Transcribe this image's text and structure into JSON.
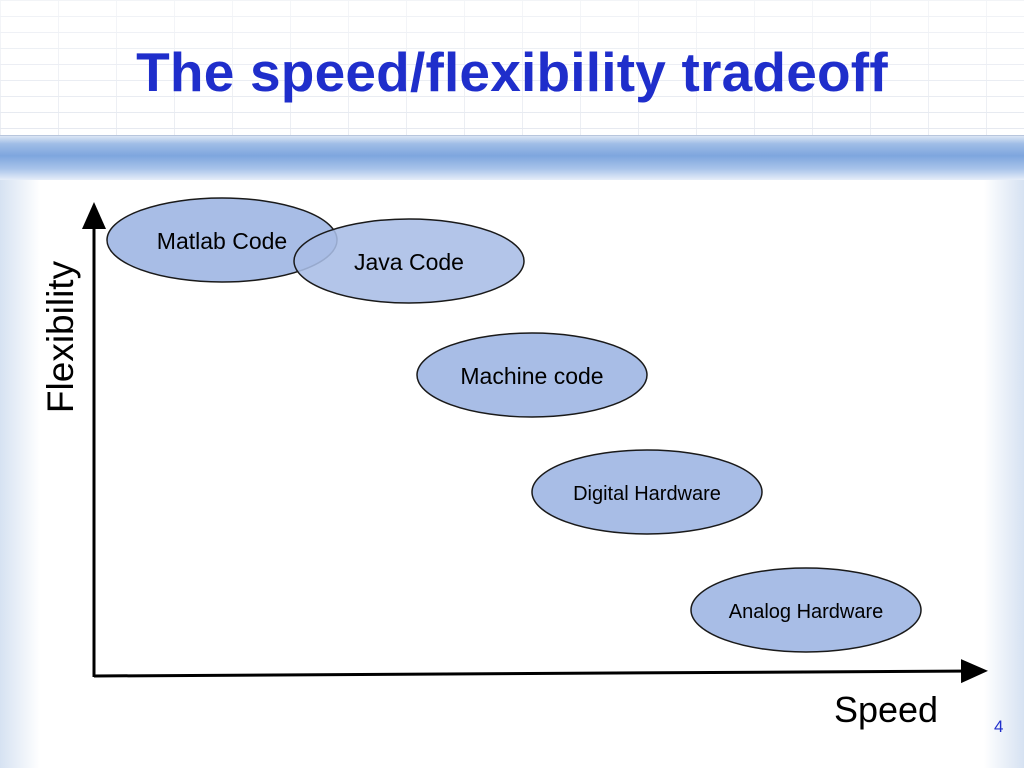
{
  "slide": {
    "title": "The speed/flexibility tradeoff",
    "page_number": "4"
  },
  "diagram": {
    "y_axis_label": "Flexibility",
    "x_axis_label": "Speed",
    "nodes": [
      {
        "label": "Matlab Code"
      },
      {
        "label": "Java Code"
      },
      {
        "label": "Machine code"
      },
      {
        "label": "Digital Hardware"
      },
      {
        "label": "Analog Hardware"
      }
    ]
  },
  "colors": {
    "title": "#1f2ecb",
    "ellipse_fill": "#a8bde6",
    "ellipse_stroke": "#1a1a1a",
    "axis": "#000000"
  }
}
